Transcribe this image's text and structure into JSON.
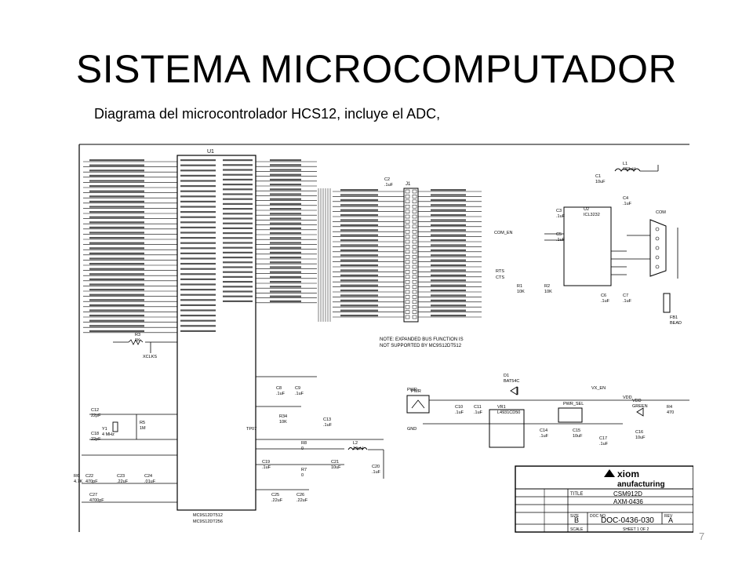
{
  "slide": {
    "title": "SISTEMA MICROCOMPUTADOR",
    "subtitle": "Diagrama del microcontrolador HCS12, incluye el ADC,",
    "page_number": "7"
  },
  "schematic": {
    "u1": {
      "ref": "U1",
      "part_line1": "MC9S12DT512",
      "part_line2": "MC9S12DT256"
    },
    "j1_ref": "J1",
    "note_line1": "NOTE: EXPANDED BUS FUNCTION IS",
    "note_line2": "NOT SUPPORTED BY MC9S12DT512",
    "components": [
      {
        "ref": "R3",
        "value": "1K"
      },
      {
        "ref": "XCLKS",
        "value": ""
      },
      {
        "ref": "C12",
        "value": "22pF"
      },
      {
        "ref": "Y1",
        "value": "4 MHz"
      },
      {
        "ref": "C18",
        "value": "22pF"
      },
      {
        "ref": "R5",
        "value": "1M"
      },
      {
        "ref": "C22",
        "value": "470pF"
      },
      {
        "ref": "C23",
        "value": ".22uF"
      },
      {
        "ref": "C24",
        "value": ".01uF"
      },
      {
        "ref": "R6",
        "value": "4.7K"
      },
      {
        "ref": "C27",
        "value": "4700pF"
      },
      {
        "ref": "C8",
        "value": ".1uF"
      },
      {
        "ref": "C9",
        "value": ".1uF"
      },
      {
        "ref": "R34",
        "value": "10K"
      },
      {
        "ref": "TP07",
        "value": ""
      },
      {
        "ref": "C13",
        "value": ".1uF"
      },
      {
        "ref": "R8",
        "value": "0"
      },
      {
        "ref": "L2",
        "value": "10uH"
      },
      {
        "ref": "C19",
        "value": ".1uF"
      },
      {
        "ref": "C21",
        "value": "10uF"
      },
      {
        "ref": "C20",
        "value": ".1uF"
      },
      {
        "ref": "R7",
        "value": "0"
      },
      {
        "ref": "C25",
        "value": ".22uF"
      },
      {
        "ref": "C26",
        "value": ".22uF"
      },
      {
        "ref": "C2",
        "value": ".1uF"
      },
      {
        "ref": "C1",
        "value": "10uF"
      },
      {
        "ref": "L1",
        "value": "683uH"
      },
      {
        "ref": "C4",
        "value": ".1uF"
      },
      {
        "ref": "C3",
        "value": ".1uF"
      },
      {
        "ref": "U2",
        "value": "ICL3232"
      },
      {
        "ref": "C5",
        "value": ".1uF"
      },
      {
        "ref": "COM",
        "value": ""
      },
      {
        "ref": "R1",
        "value": "10K"
      },
      {
        "ref": "R2",
        "value": "10K"
      },
      {
        "ref": "C6",
        "value": ".1uF"
      },
      {
        "ref": "C7",
        "value": ".1uF"
      },
      {
        "ref": "FB1",
        "value": "BEAD"
      },
      {
        "ref": "D1",
        "value": "BAT54C"
      },
      {
        "ref": "PWR",
        "value": ""
      },
      {
        "ref": "C10",
        "value": ".1uF"
      },
      {
        "ref": "C11",
        "value": ".1uF"
      },
      {
        "ref": "VR1",
        "value": "L4931CD50"
      },
      {
        "ref": "C14",
        "value": ".1uF"
      },
      {
        "ref": "C15",
        "value": "10uF"
      },
      {
        "ref": "C17",
        "value": ".1uF"
      },
      {
        "ref": "C16",
        "value": "10uF"
      },
      {
        "ref": "R4",
        "value": "470"
      },
      {
        "ref": "PWR_SEL",
        "value": ""
      },
      {
        "ref": "VX_EN",
        "value": ""
      },
      {
        "ref": "VDD",
        "value": "GREEN"
      }
    ],
    "signals": [
      "COM_EN",
      "RTS",
      "CTS",
      "PWR",
      "VDD",
      "GND"
    ],
    "title_block": {
      "company_line1": "xiom",
      "company_line2": "anufacturing",
      "title_label": "TITLE",
      "title_line1": "CSM912D",
      "title_line2": "AXM-0436",
      "size_label": "SIZE",
      "size_value": "B",
      "doc_no_label": "DOC NO",
      "doc_no_value": "DOC-0436-030",
      "rev_label": "REV",
      "rev_value": "A",
      "sheet_label": "SHEET 1 OF 2",
      "scale_label": "SCALE"
    }
  }
}
